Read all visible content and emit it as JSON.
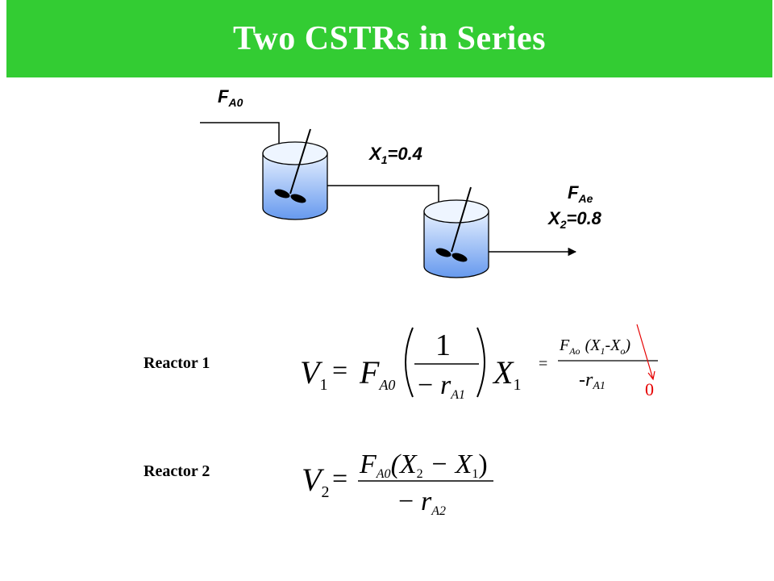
{
  "title": "Two CSTRs in Series",
  "colors": {
    "banner": "#33cc33",
    "tank_top": "#e6f0ff",
    "tank_bottom": "#6699ee",
    "annotation": "#e60000"
  },
  "diagram": {
    "feed_label": {
      "main": "F",
      "sub": "A0"
    },
    "x1_label": {
      "main": "X",
      "sub": "1",
      "value": "=0.4"
    },
    "exit_flow_label": {
      "main": "F",
      "sub": "Ae"
    },
    "x2_label": {
      "main": "X",
      "sub": "2",
      "value": "=0.8"
    }
  },
  "equations": {
    "reactor1": {
      "label": "Reactor 1",
      "lhs_main": "V",
      "lhs_sub": "1",
      "f_main": "F",
      "f_sub": "A0",
      "frac_num": "1",
      "frac_minus": "−",
      "frac_den_main": "r",
      "frac_den_sub": "A1",
      "x_main": "X",
      "x_sub": "1",
      "equals": "=",
      "alt_equals": "=",
      "alt_num_f": "F",
      "alt_num_f_sub": "Ao",
      "alt_num_open": "(X",
      "alt_num_x1_sub": "1",
      "alt_num_minus": "-X",
      "alt_num_xo_sub": "o",
      "alt_num_close": ")",
      "alt_den_main": "-r",
      "alt_den_sub": "A1",
      "zero_note": "0"
    },
    "reactor2": {
      "label": "Reactor 2",
      "lhs_main": "V",
      "lhs_sub": "2",
      "equals": "=",
      "num_f": "F",
      "num_f_sub": "A0",
      "num_open": "(X",
      "num_x2_sub": "2",
      "num_minus": " − X",
      "num_x1_sub": "1",
      "num_close": ")",
      "den_minus": "−",
      "den_main": "r",
      "den_sub": "A2"
    }
  }
}
